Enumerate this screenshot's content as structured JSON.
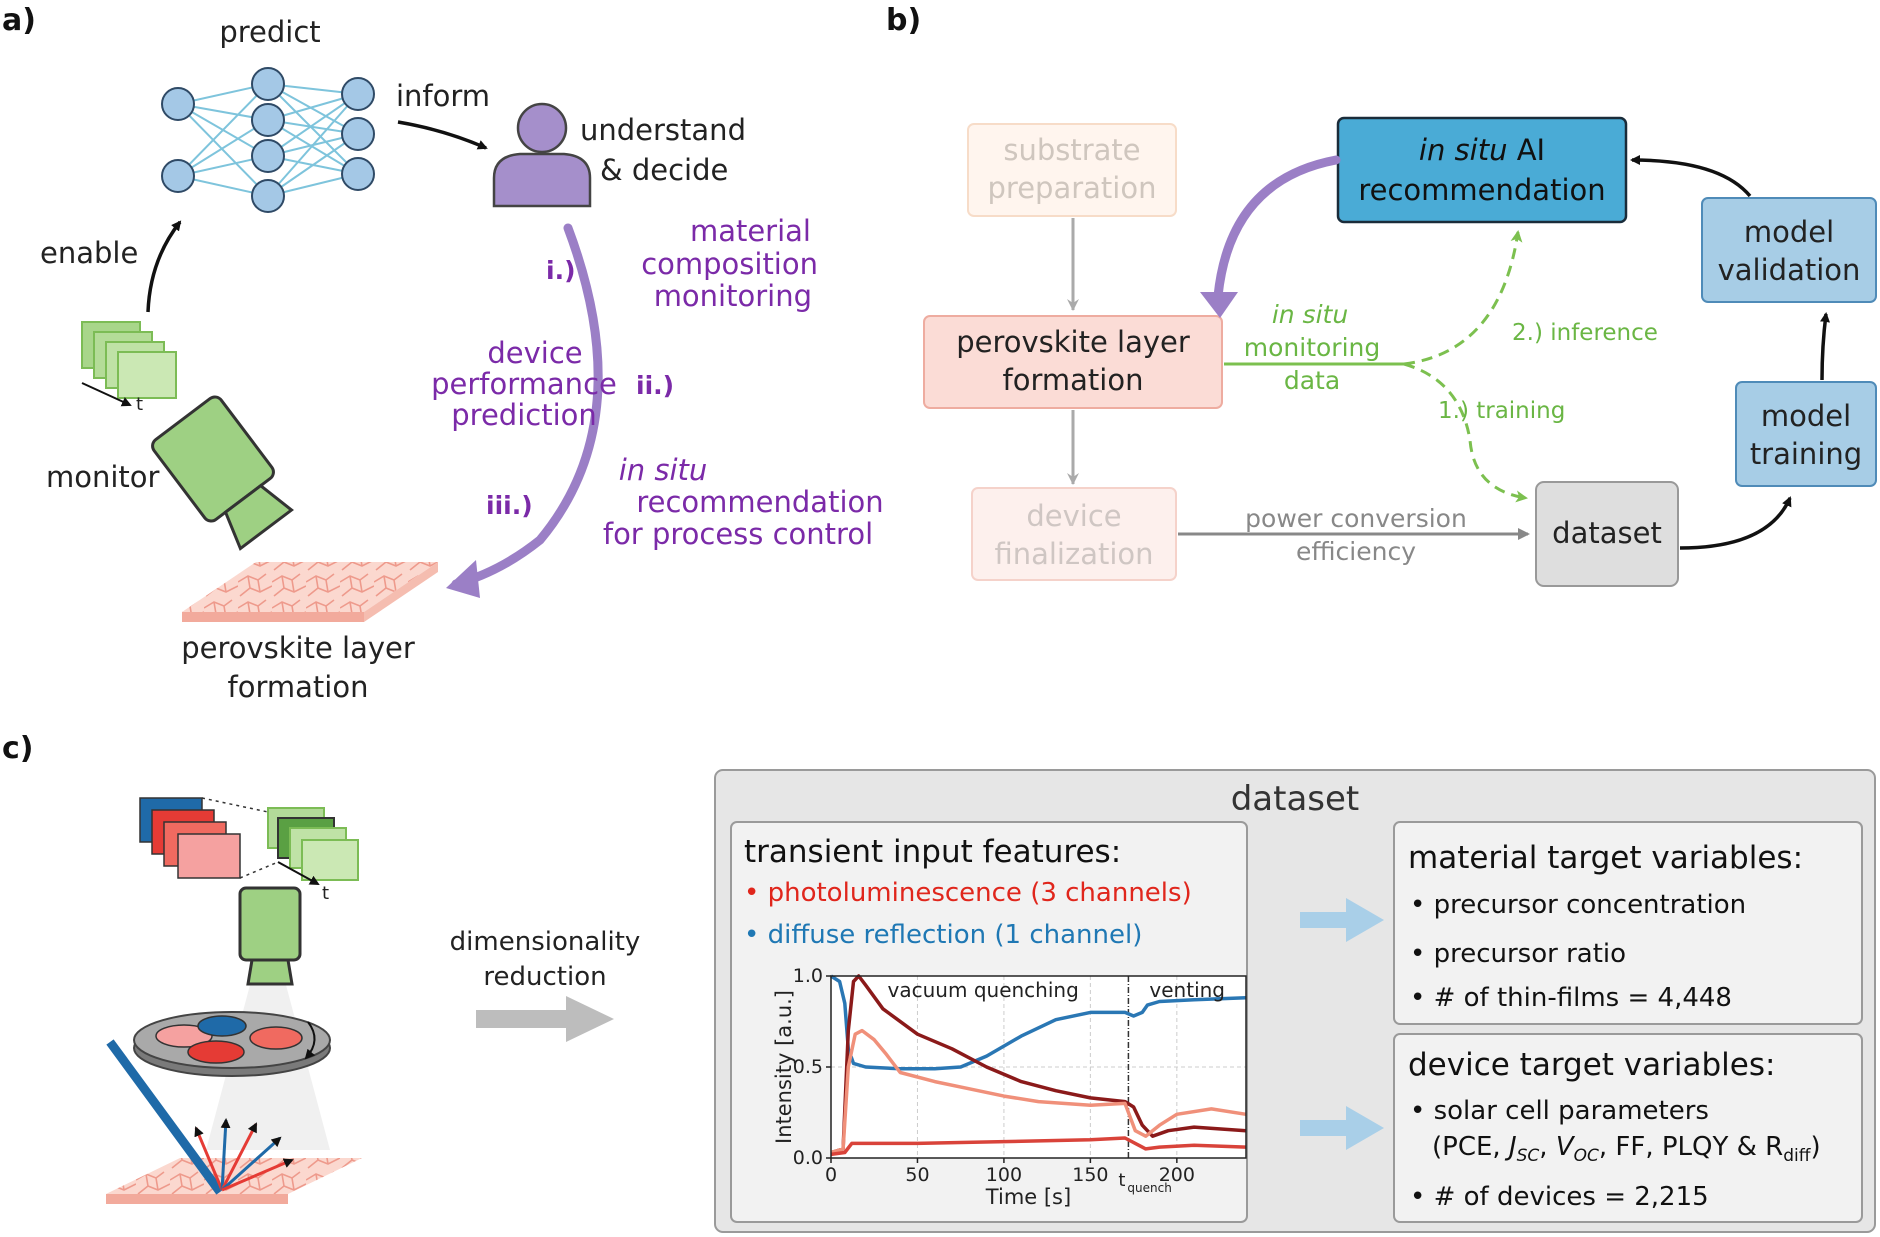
{
  "panel_a": {
    "label": "a)",
    "predict": "predict",
    "inform": "inform",
    "enable": "enable",
    "monitor": "monitor",
    "understand_l1": "understand",
    "understand_l2": "& decide",
    "step_i": "i.)",
    "step_i_l1": "material",
    "step_i_l2": "composition",
    "step_i_l3": "monitoring",
    "step_ii": "ii.)",
    "step_ii_l1": "device",
    "step_ii_l2": "performance",
    "step_ii_l3": "prediction",
    "step_iii": "iii.)",
    "step_iii_l1": "in situ",
    "step_iii_l2": "recommendation",
    "step_iii_l3": "for process control",
    "t_label": "t",
    "film_l1": "perovskite layer",
    "film_l2": "formation"
  },
  "panel_b": {
    "label": "b)",
    "substrate_l1": "substrate",
    "substrate_l2": "preparation",
    "perovskite_l1": "perovskite layer",
    "perovskite_l2": "formation",
    "device_l1": "device",
    "device_l2": "finalization",
    "ai_l1_italic": "in situ",
    "ai_l1_rest": " AI",
    "ai_l2": "recommendation",
    "validation_l1": "model",
    "validation_l2": "validation",
    "training_l1": "model",
    "training_l2": "training",
    "dataset": "dataset",
    "monitoring_l1": "in situ",
    "monitoring_l2": "monitoring",
    "monitoring_l3": "data",
    "inference": "2.) inference",
    "training_edge": "1.) training",
    "pce_l1": "power conversion",
    "pce_l2": "efficiency"
  },
  "panel_c": {
    "label": "c)",
    "t_label": "t",
    "dimred_l1": "dimensionality",
    "dimred_l2": "reduction",
    "dataset_title": "dataset",
    "transient_title": "transient input features:",
    "pl": "• photoluminescence (3 channels)",
    "dr": "• diffuse reflection (1 channel)",
    "material_title": "material target variables:",
    "material_items": [
      "• precursor concentration",
      "• precursor ratio",
      "• # of thin-films = 4,448"
    ],
    "device_title": "device target variables:",
    "device_item1": "• solar cell parameters",
    "device_item2_a": "(PCE, ",
    "device_item2_jsc": "J",
    "device_item2_jsc_sub": "SC",
    "device_item2_sep": ", ",
    "device_item2_voc": "V",
    "device_item2_voc_sub": "OC",
    "device_item2_b": ", FF, PLQY & R",
    "device_item2_rsub": "diff",
    "device_item2_c": ")",
    "device_item3": "• # of devices = 2,215"
  },
  "colors": {
    "purple": "#9b7fc6",
    "purple_text": "#7b2aa8",
    "green_dash": "#7cc04f",
    "green_text": "#6ab644",
    "ai_box": "#4aabd6",
    "blue_box": "#a7cde6",
    "arrow_blue": "#a9cfe8",
    "nn_node": "#a4c8e6",
    "nn_edge": "#7ec4dc",
    "pl_dark": "#8b1a1a",
    "pl_mid": "#d9433a",
    "pl_light": "#f0907a",
    "dr_blue": "#2a77b4"
  },
  "chart_data": {
    "type": "line",
    "title": "",
    "xlabel": "Time [s]",
    "ylabel": "Intensity [a.u.]",
    "xlim": [
      0,
      240
    ],
    "ylim": [
      0,
      1.0
    ],
    "xticks": [
      0,
      50,
      100,
      150,
      200
    ],
    "yticks": [
      0.0,
      0.5,
      1.0
    ],
    "grid": true,
    "annotations": [
      {
        "text": "vacuum quenching"
      },
      {
        "text": "venting"
      },
      {
        "text": "t",
        "sub": "quench",
        "x": 172
      }
    ],
    "series": [
      {
        "color": "#2a77b4",
        "x": [
          0,
          5,
          8,
          10,
          13,
          20,
          40,
          60,
          75,
          90,
          110,
          130,
          150,
          170,
          175,
          180,
          183,
          190,
          210,
          240
        ],
        "y": [
          1.0,
          0.97,
          0.85,
          0.6,
          0.52,
          0.5,
          0.49,
          0.49,
          0.5,
          0.56,
          0.67,
          0.76,
          0.8,
          0.8,
          0.78,
          0.8,
          0.84,
          0.86,
          0.87,
          0.88
        ]
      },
      {
        "color": "#8b1a1a",
        "x": [
          0,
          7,
          10,
          13,
          16,
          20,
          30,
          50,
          70,
          90,
          110,
          130,
          150,
          170,
          175,
          180,
          186,
          195,
          210,
          240
        ],
        "y": [
          0.03,
          0.05,
          0.7,
          0.97,
          1.0,
          0.95,
          0.82,
          0.68,
          0.6,
          0.5,
          0.42,
          0.37,
          0.33,
          0.31,
          0.28,
          0.18,
          0.12,
          0.15,
          0.17,
          0.15
        ]
      },
      {
        "color": "#f0907a",
        "x": [
          0,
          7,
          10,
          14,
          18,
          25,
          32,
          40,
          60,
          80,
          100,
          120,
          150,
          170,
          176,
          182,
          190,
          200,
          220,
          240
        ],
        "y": [
          0.03,
          0.05,
          0.5,
          0.68,
          0.7,
          0.65,
          0.57,
          0.47,
          0.42,
          0.38,
          0.34,
          0.31,
          0.29,
          0.3,
          0.15,
          0.12,
          0.18,
          0.24,
          0.27,
          0.24
        ]
      },
      {
        "color": "#d9433a",
        "x": [
          0,
          8,
          12,
          20,
          50,
          100,
          150,
          170,
          176,
          182,
          190,
          210,
          240
        ],
        "y": [
          0.02,
          0.03,
          0.08,
          0.08,
          0.08,
          0.09,
          0.1,
          0.11,
          0.08,
          0.05,
          0.06,
          0.07,
          0.06
        ]
      }
    ]
  }
}
